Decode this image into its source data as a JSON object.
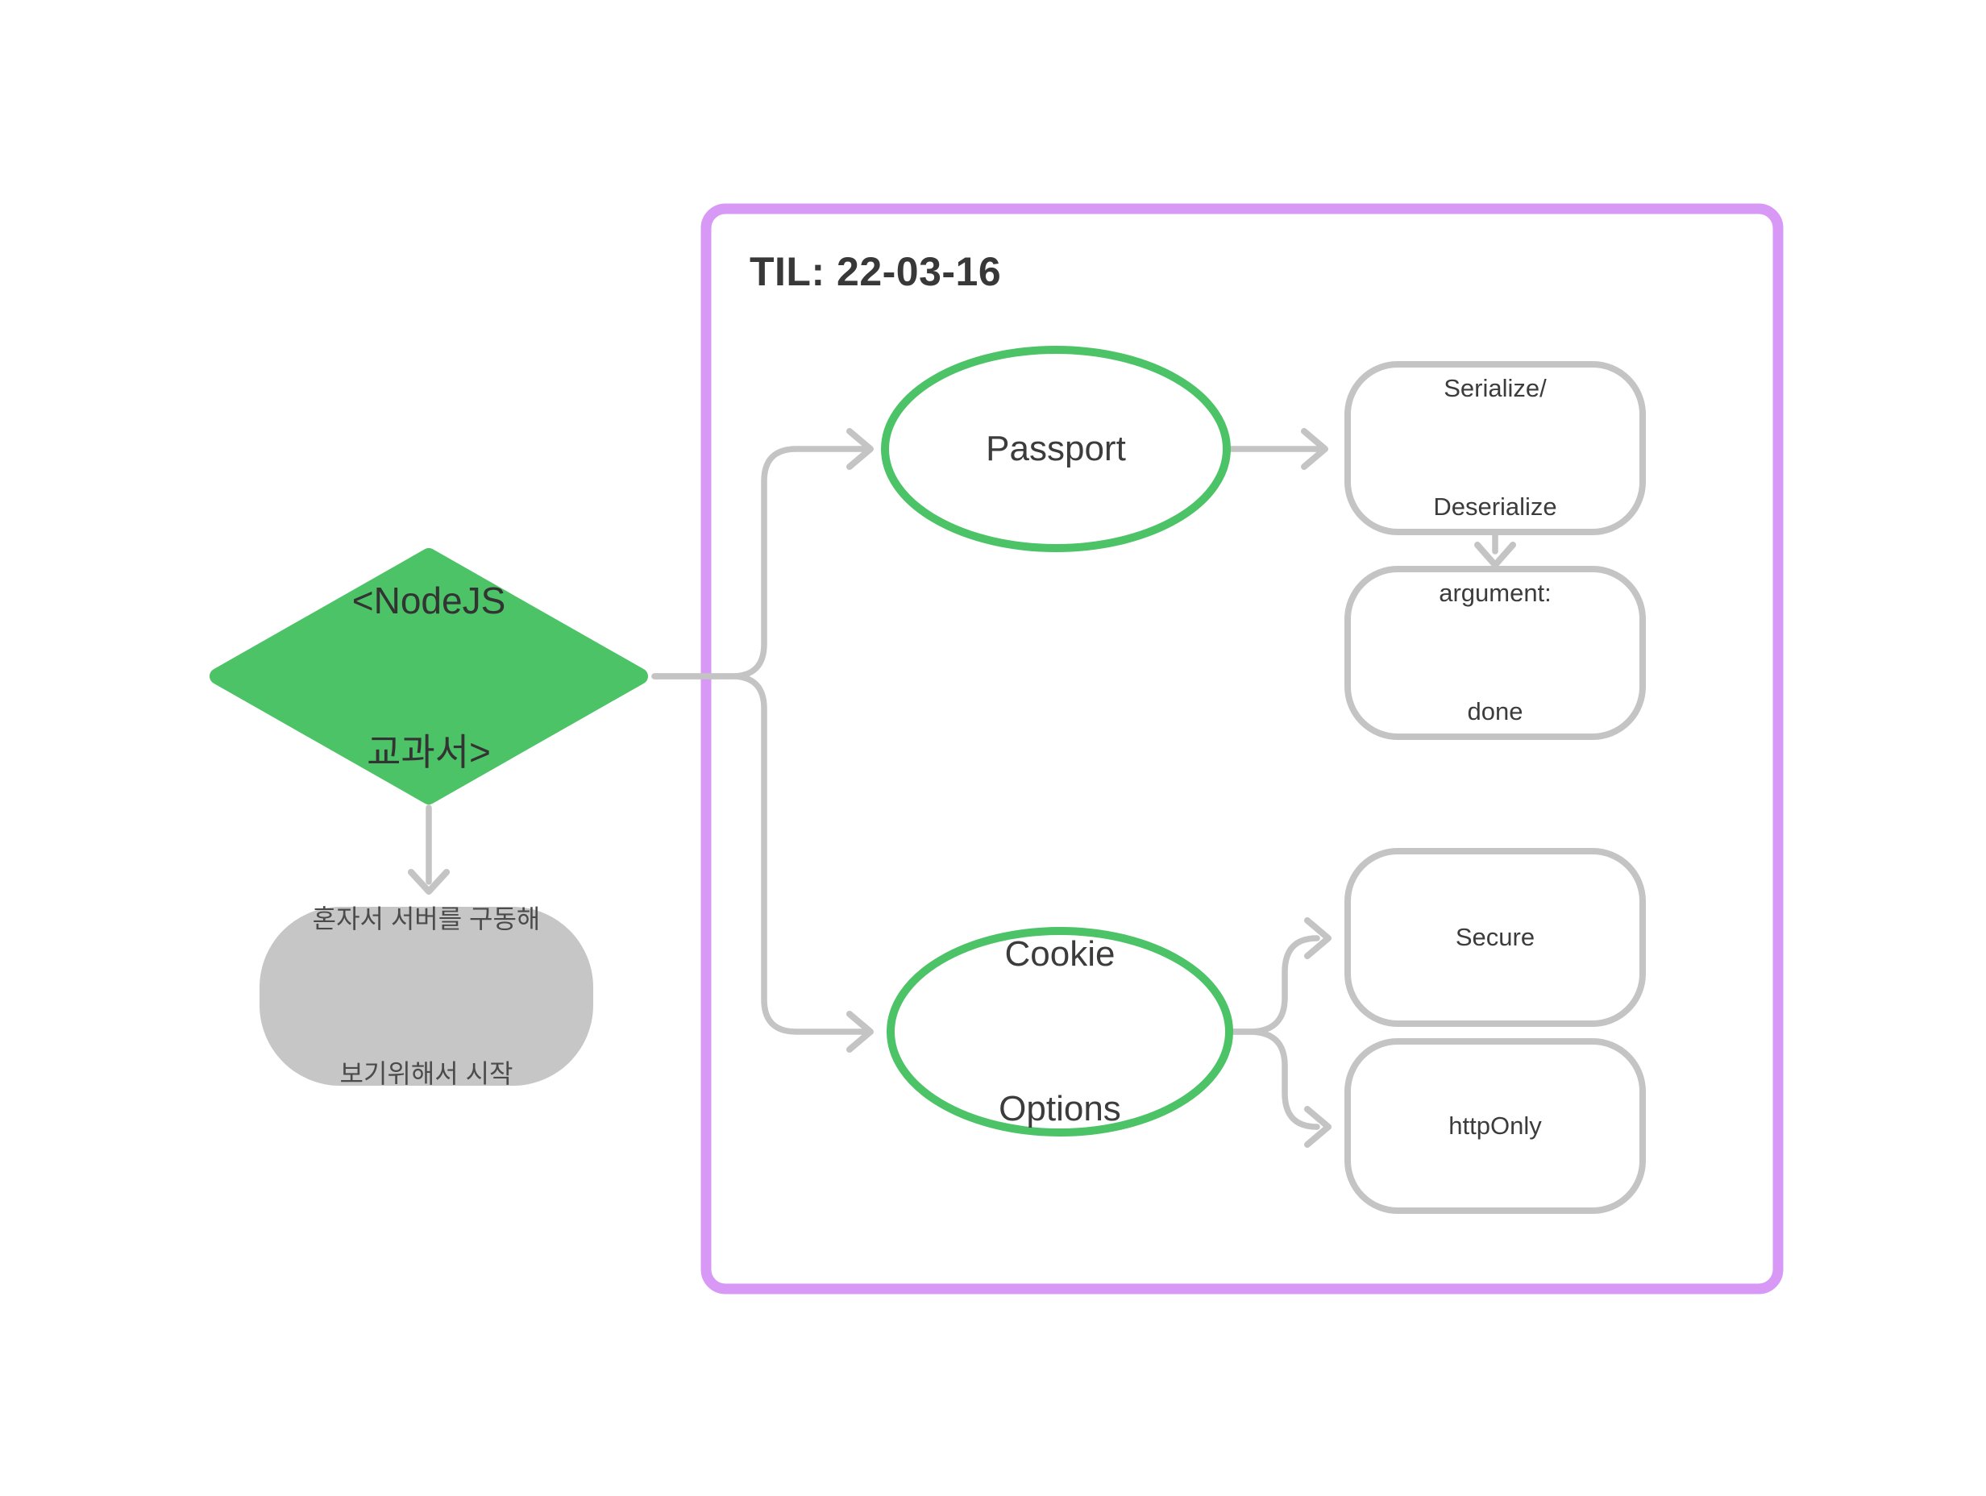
{
  "diagram": {
    "frame": {
      "title": "TIL: 22-03-16"
    },
    "nodes": {
      "root": {
        "line1": "<NodeJS",
        "line2": "교과서>"
      },
      "note": {
        "line1": "혼자서 서버를 구동해",
        "line2": "보기위해서 시작"
      },
      "passport": {
        "label": "Passport"
      },
      "serialize": {
        "line1": "Serialize/",
        "line2": "Deserialize"
      },
      "argument": {
        "line1": "argument:",
        "line2": "done"
      },
      "cookie": {
        "line1": "Cookie",
        "line2": "Options"
      },
      "secure": {
        "label": "Secure"
      },
      "httponly": {
        "label": "httpOnly"
      }
    },
    "colors": {
      "accent_green": "#4CC366",
      "frame_purple": "#D898F5",
      "connector_gray": "#C4C4C4",
      "note_fill_gray": "#C6C6C6",
      "text_dark": "#3A3A3A"
    }
  }
}
